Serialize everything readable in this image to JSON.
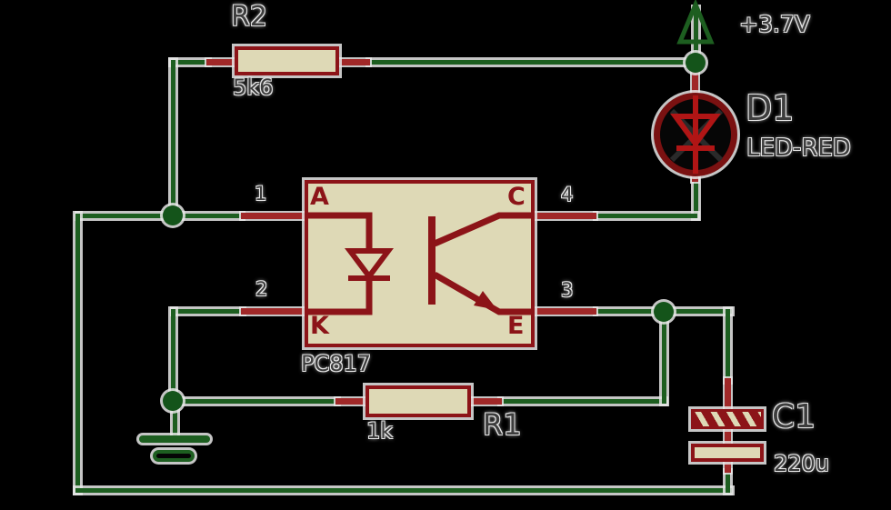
{
  "components": {
    "r2": {
      "ref": "R2",
      "value": "5k6"
    },
    "r1": {
      "ref": "R1",
      "value": "1k"
    },
    "d1": {
      "ref": "D1",
      "value": "LED-RED"
    },
    "c1": {
      "ref": "C1",
      "value": "220u"
    },
    "u1": {
      "part": "PC817",
      "pin_labels": {
        "anode": "A",
        "cathode": "K",
        "collector": "C",
        "emitter": "E"
      },
      "pin_numbers": {
        "anode": "1",
        "cathode": "2",
        "emitter": "3",
        "collector": "4"
      }
    },
    "power": {
      "net": "+3.7V"
    }
  },
  "colors": {
    "wire_green": "#1d5e20",
    "junction_green": "#14541a",
    "pin_red": "#a02828",
    "comp_red": "#8c1418",
    "comp_cream": "#ded9b6",
    "symbol_red": "#b01515",
    "label_gray": "#3d3d3d",
    "bg": "#000000"
  }
}
